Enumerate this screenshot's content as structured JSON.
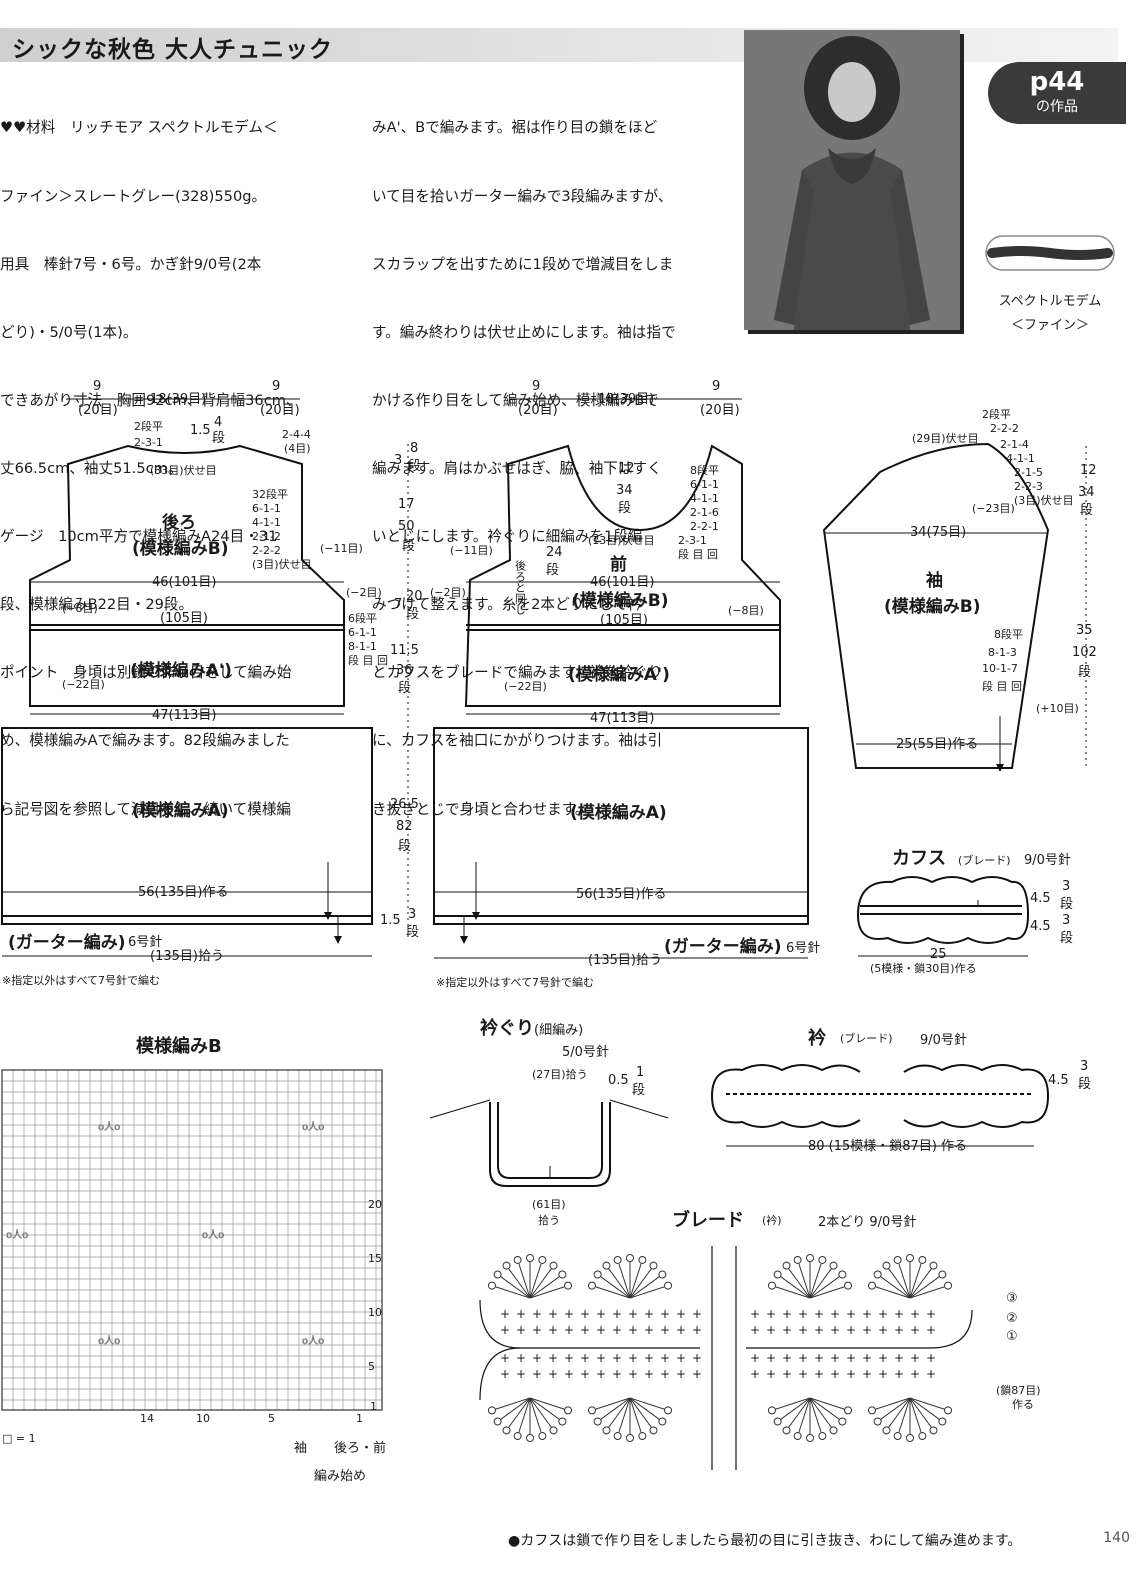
{
  "header": {
    "title": "シックな秋色 大人チュニック"
  },
  "badge": {
    "page": "p44",
    "label": "の作品"
  },
  "yarn": {
    "name": "スペクトルモデム",
    "sub": "＜ファイン＞"
  },
  "text": {
    "col1": [
      "♥♥材料　リッチモア スペクトルモデム＜",
      "ファイン＞スレートグレー(328)550g。",
      "用具　棒針7号・6号。かぎ針9/0号(2本",
      "どり)・5/0号(1本)。",
      "できあがり寸法　胸囲92cm、背肩幅36cm、",
      "丈66.5cm、袖丈51.5cm。",
      "ゲージ　10cm平方で模様編みA24目・31",
      "段、模様編みB22目・29段。",
      "ポイント　身頃は別鎖の作り目をして編み始",
      "め、模様編みAで編みます。82段編みました",
      "ら記号図を参照して減目をし、続いて模様編"
    ],
    "col2": [
      "みA'、Bで編みます。裾は作り目の鎖をほど",
      "いて目を拾いガーター編みで3段編みますが、",
      "スカラップを出すために1段めで増減目をしま",
      "す。編み終わりは伏せ止めにします。袖は指で",
      "かける作り目をして編み始め、模様編みBで",
      "編みます。肩はかぶせはぎ、脇、袖下はすく",
      "いとじにします。衿ぐりに細編みを1段編",
      "みつけて整えます。糸を2本どりにして衿",
      "とカフスをブレードで編みます。衿を衿ぐり",
      "に、カフスを袖口にかがりつけます。袖は引",
      "き抜きとじで身頃と合わせます。"
    ]
  },
  "back": {
    "name": "後ろ",
    "pattern": "(模様編みB)",
    "pattern_a2": "(模様編みA')",
    "pattern_a": "(模様編みA)",
    "top_left": "9",
    "top_left_st": "(20目)",
    "top_mid": "18(39目)",
    "top_right": "9",
    "top_right_st": "(20目)",
    "neck_dec": "2段平",
    "neck_dec2": "2-3-1",
    "neck_h": "1.5",
    "neck_rows": "4",
    "neck_rows2": "段",
    "shoulder": "2-4-4",
    "shoulder2": "(4目)",
    "bind": "(33目)伏せ目",
    "arm": [
      "32段平",
      "6-1-1",
      "4-1-1",
      "2-1-2",
      "2-2-2",
      "(3目)伏せ目"
    ],
    "arm_dec": "(−11目)",
    "width_b": "46(101目)",
    "dec2": "(−2目)",
    "dec8": "(−8目)",
    "st105": "(105目)",
    "side": [
      "6段平",
      "6-1-1",
      "8-1-1",
      "段 目 回"
    ],
    "dec22": "(−22目)",
    "width_a2": "47(113目)",
    "width_a": "56(135目)作る",
    "garter": "(ガーター編み)",
    "garter_needle": "6号針",
    "pickup": "(135目)拾う",
    "note": "※指定以外はすべて7号針で編む"
  },
  "vertical": {
    "h3": "3",
    "r8": "8",
    "rd": "段",
    "h17": "17",
    "r50": "50",
    "h7": "7",
    "r20": "20",
    "h115": "11.5",
    "r36": "36",
    "h265": "26.5",
    "r82": "82",
    "h15": "1.5",
    "r3": "3"
  },
  "front": {
    "name": "前",
    "pattern": "(模様編みB)",
    "pattern_a2": "(模様編みA')",
    "pattern_a": "(模様編みA)",
    "top_left": "9",
    "top_left_st": "(20目)",
    "top_mid": "18(39目)",
    "top_right": "9",
    "top_right_st": "(20目)",
    "neck_h": "12",
    "neck_r": "34",
    "neck_rd": "段",
    "bind": "(13目)伏せ目",
    "neck_dec": [
      "8段平",
      "6-1-1",
      "4-1-1",
      "2-1-6",
      "2-2-1",
      "2-3-1",
      "段 目 回"
    ],
    "arm_dec": "(−11目)",
    "same": "後ろと同じ",
    "r24": "24",
    "r24d": "段",
    "width_b": "46(101目)",
    "dec2": "(−2目)",
    "dec8": "(−8目)",
    "st105": "(105目)",
    "dec22": "(−22目)",
    "width_a2": "47(113目)",
    "width_a": "56(135目)作る",
    "garter": "(ガーター編み)",
    "garter_needle": "6号針",
    "pickup": "(135目)拾う",
    "note": "※指定以外はすべて7号針で編む"
  },
  "sleeve": {
    "name": "袖",
    "pattern": "(模様編みB)",
    "bind": "(29目)伏せ目",
    "cap": [
      "2段平",
      "2-2-2",
      "2-1-4",
      "4-1-1",
      "2-1-5",
      "2-2-3",
      "(3目)伏せ目"
    ],
    "cap_dec": "(−23目)",
    "width": "34(75目)",
    "inc": [
      "8段平",
      "8-1-3",
      "10-1-7",
      "段 目 回"
    ],
    "inc_total": "(+10目)",
    "cast": "25(55目)作る",
    "h12": "12",
    "r34": "34",
    "rd": "段",
    "h35": "35",
    "r102": "102",
    "rd2": "段"
  },
  "cuff": {
    "title": "カフス",
    "sub": "(ブレード)",
    "needle": "9/0号針",
    "h1": "4.5",
    "r1": "3",
    "rd1": "段",
    "h2": "4.5",
    "r2": "3",
    "rd2": "段",
    "len": "25",
    "chain": "(5模様・鎖30目)作る"
  },
  "pattern_b": {
    "title": "模様編みB",
    "row_nums": [
      "20",
      "15",
      "10",
      "5",
      "1"
    ],
    "col_nums": [
      "14",
      "10",
      "5",
      "1"
    ],
    "legend": "□ = 1",
    "sleeve_label": "袖",
    "body_label": "後ろ・前",
    "start": "編み始め"
  },
  "neckline": {
    "title": "衿ぐり",
    "sub": "(細編み)",
    "needle": "5/0号針",
    "pick27": "(27目)拾う",
    "h": "0.5",
    "r": "1",
    "rd": "段",
    "pick61": "(61目)",
    "pick61b": "拾う"
  },
  "collar": {
    "title": "衿",
    "sub": "(ブレード)",
    "needle": "9/0号針",
    "h": "4.5",
    "r": "3",
    "rd": "段",
    "len": "80 (15模様・鎖87目) 作る"
  },
  "braid": {
    "title": "ブレード",
    "sub": "(衿)",
    "needle": "2本どり 9/0号針",
    "rows": [
      "③",
      "②",
      "①"
    ],
    "chain": "(鎖87目)",
    "chain2": "作る"
  },
  "footer": {
    "note": "●カフスは鎖で作り目をしましたら最初の目に引き抜き、わにして編み進めます。",
    "page": "140"
  }
}
